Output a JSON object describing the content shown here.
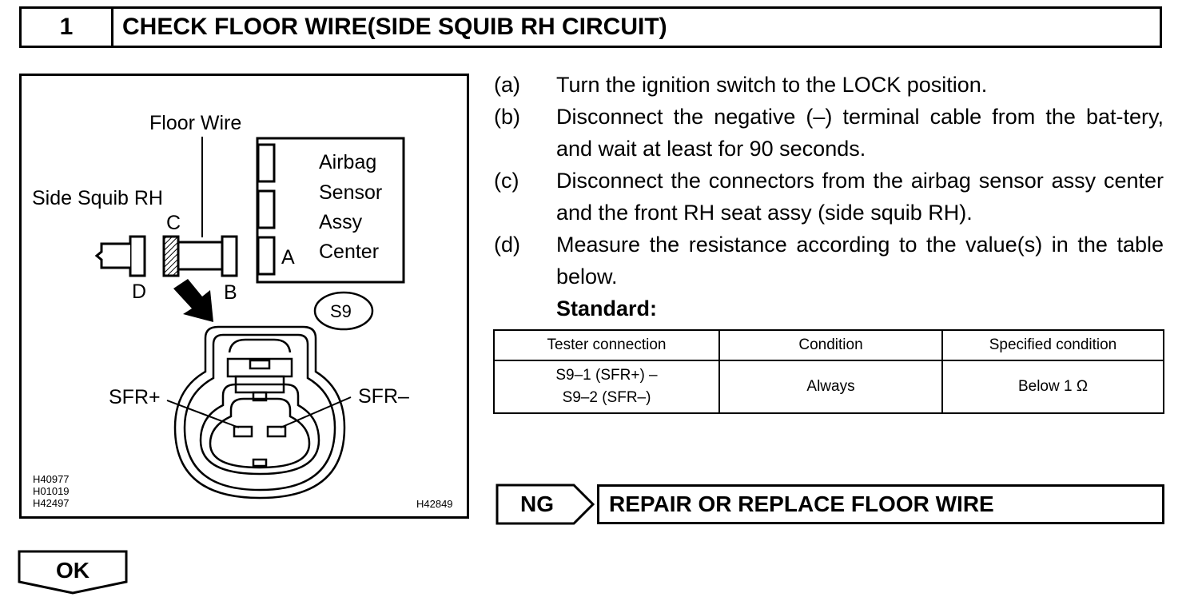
{
  "header": {
    "number": "1",
    "title": "CHECK FLOOR WIRE(SIDE SQUIB RH CIRCUIT)"
  },
  "figure": {
    "labels": {
      "floor_wire": "Floor Wire",
      "side_squib": "Side Squib RH",
      "airbag": "Airbag",
      "sensor": "Sensor",
      "assy": "Assy",
      "center": "Center",
      "a": "A",
      "b": "B",
      "c": "C",
      "d": "D",
      "s9": "S9",
      "sfr_plus": "SFR+",
      "sfr_minus": "SFR–"
    },
    "codes_left": "H40977\nH01019\nH42497",
    "code_right": "H42849"
  },
  "steps": [
    {
      "key": "(a)",
      "text": "Turn the ignition switch to the LOCK position."
    },
    {
      "key": "(b)",
      "text": "Disconnect the negative (–) terminal cable from the bat-tery, and wait at least for 90 seconds."
    },
    {
      "key": "(c)",
      "text": "Disconnect the connectors from the airbag sensor assy center and the front RH seat assy (side squib RH)."
    },
    {
      "key": "(d)",
      "text": "Measure the resistance according to the value(s) in the table below."
    }
  ],
  "standard_label": "Standard:",
  "table": {
    "headers": [
      "Tester connection",
      "Condition",
      "Specified condition"
    ],
    "row": {
      "connection_line1": "S9–1 (SFR+) –",
      "connection_line2": "S9–2 (SFR–)",
      "condition": "Always",
      "specified": "Below 1 Ω"
    }
  },
  "result_ng": {
    "label": "NG",
    "action": "REPAIR OR REPLACE FLOOR WIRE"
  },
  "result_ok": {
    "label": "OK"
  }
}
